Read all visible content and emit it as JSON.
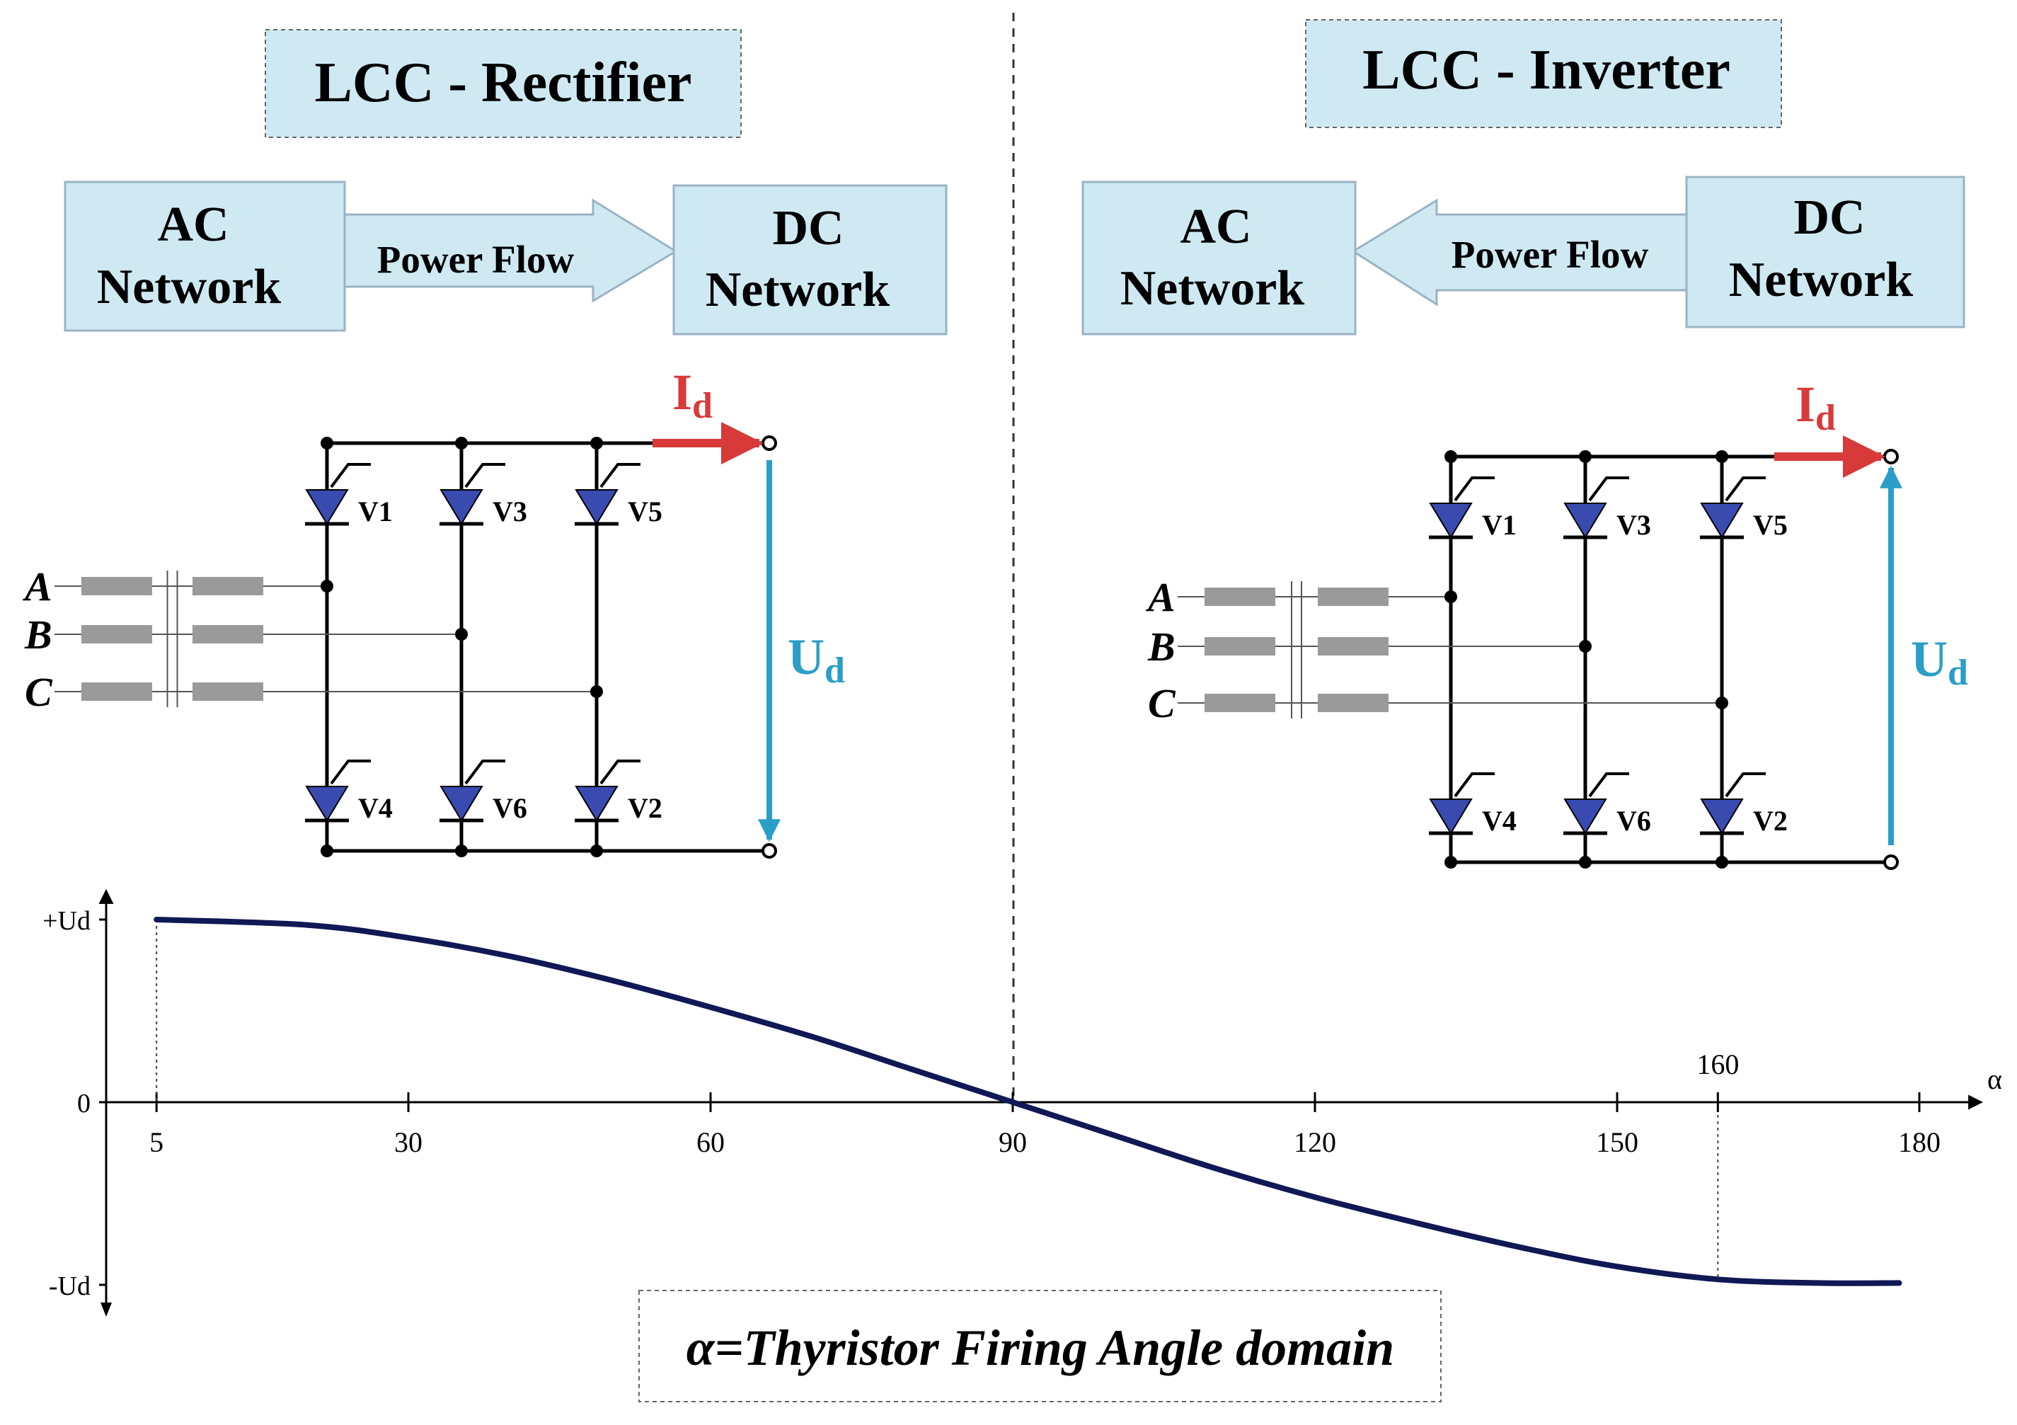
{
  "colors": {
    "box_fill": "#cfe9f3",
    "box_stroke": "#9ab3c4",
    "thyristor": "#3a4bb0",
    "current_arrow": "#d83a3a",
    "voltage_arrow": "#2a9ec7",
    "curve": "#101855",
    "reactor": "#9a9a9a"
  },
  "rectifier": {
    "title": "LCC - Rectifier",
    "ac_label_1": "AC",
    "ac_label_2": "Network",
    "dc_label_1": "DC",
    "dc_label_2": "Network",
    "flow_label": "Power Flow",
    "current_label": "I",
    "current_sub": "d",
    "voltage_label": "U",
    "voltage_sub": "d",
    "phases": [
      "A",
      "B",
      "C"
    ],
    "valves_top": [
      "V1",
      "V3",
      "V5"
    ],
    "valves_bottom": [
      "V4",
      "V6",
      "V2"
    ]
  },
  "inverter": {
    "title": "LCC - Inverter",
    "ac_label_1": "AC",
    "ac_label_2": "Network",
    "dc_label_1": "DC",
    "dc_label_2": "Network",
    "flow_label": "Power Flow",
    "current_label": "I",
    "current_sub": "d",
    "voltage_label": "U",
    "voltage_sub": "d",
    "phases": [
      "A",
      "B",
      "C"
    ],
    "valves_top": [
      "V1",
      "V3",
      "V5"
    ],
    "valves_bottom": [
      "V4",
      "V6",
      "V2"
    ]
  },
  "chart_data": {
    "type": "line",
    "y_ticks": [
      {
        "label": "+Ud",
        "value": 1
      },
      {
        "label": "0",
        "value": 0
      },
      {
        "label": "-Ud",
        "value": -1
      }
    ],
    "x_ticks": [
      5,
      30,
      60,
      90,
      120,
      150,
      180
    ],
    "x_marker_above": {
      "label": "160",
      "value": 160
    },
    "x_axis_symbol": "α",
    "xlim": [
      0,
      185
    ],
    "ylim": [
      -1.1,
      1.1
    ],
    "series": [
      {
        "x": [
          5,
          20,
          30,
          40,
          50,
          60,
          70,
          80,
          90,
          100,
          110,
          120,
          130,
          140,
          150,
          160,
          170,
          178
        ],
        "y": [
          1.0,
          0.97,
          0.9,
          0.8,
          0.67,
          0.52,
          0.36,
          0.18,
          0.0,
          -0.18,
          -0.36,
          -0.52,
          -0.66,
          -0.79,
          -0.9,
          -0.97,
          -0.99,
          -0.99
        ]
      }
    ],
    "caption": "α=Thyristor Firing Angle domain"
  }
}
